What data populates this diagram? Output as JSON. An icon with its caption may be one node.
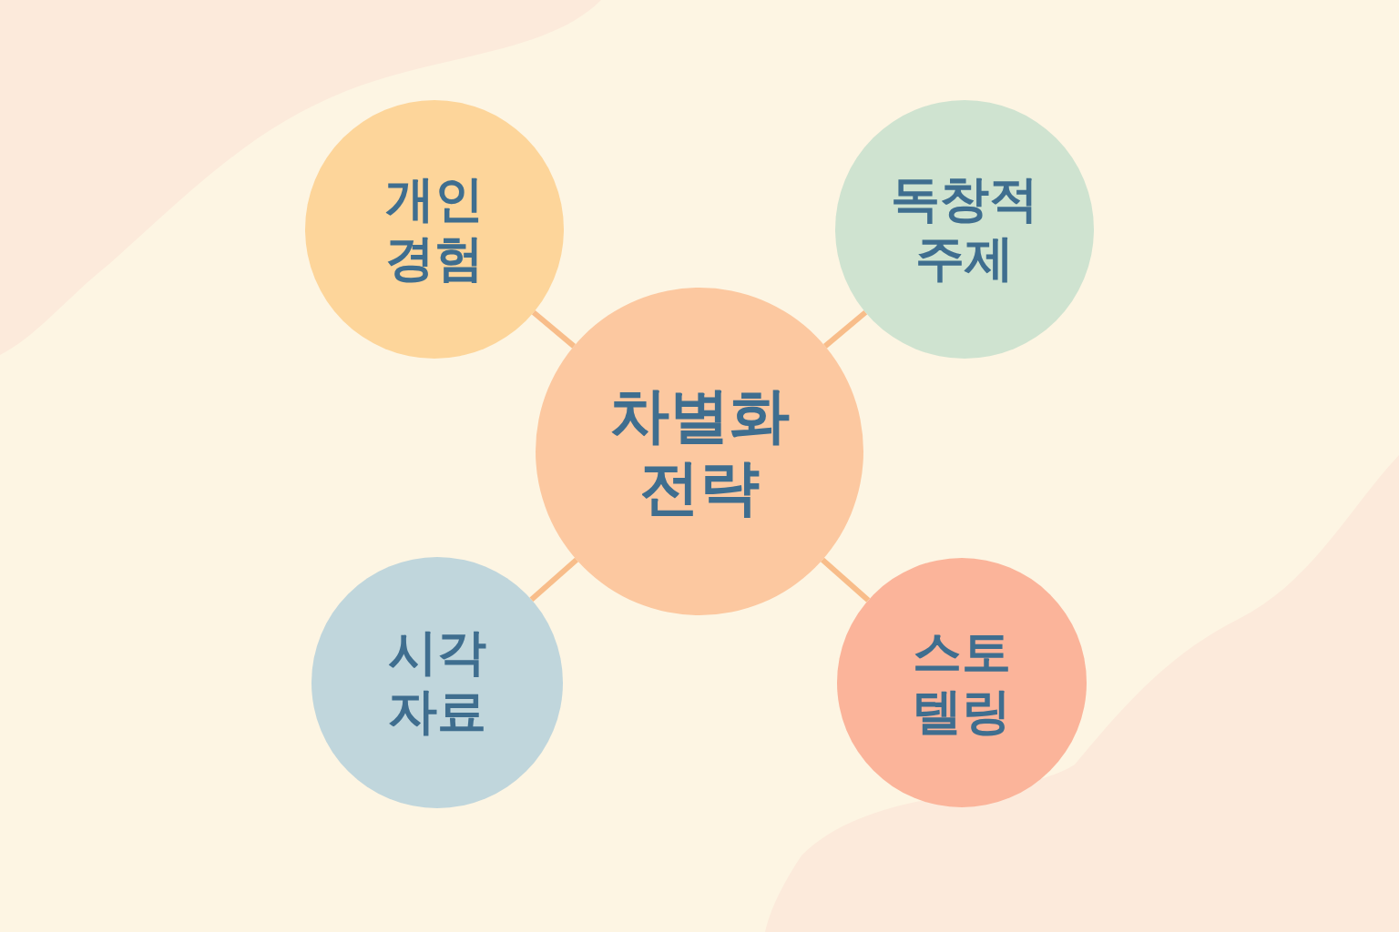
{
  "diagram": {
    "nodes": [
      {
        "text": [
          "차별화 전략"
        ]
      },
      {
        "text": [
          "개인 경험"
        ]
      },
      {
        "text": [
          "독창적 주제"
        ]
      },
      {
        "text": [
          "시각 자료"
        ]
      },
      {
        "text": [
          "스토텔링"
        ]
      }
    ],
    "edges": [
      {
        "from": 0,
        "to": 1,
        "arrow": "none"
      },
      {
        "from": 0,
        "to": 2,
        "arrow": "none"
      },
      {
        "from": 0,
        "to": 3,
        "arrow": "none"
      },
      {
        "from": 0,
        "to": 4,
        "arrow": "none"
      }
    ]
  }
}
